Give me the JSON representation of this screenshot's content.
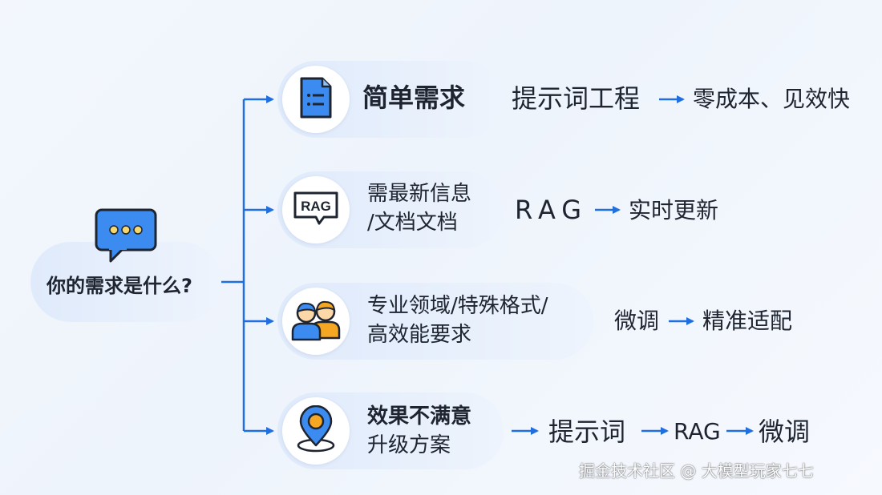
{
  "question": {
    "label": "你的需求是什么?"
  },
  "branches": [
    {
      "title": "简单需求",
      "method": "提示词工程",
      "result": "零成本、见效快",
      "icon": "list-document-icon"
    },
    {
      "title_line1": "需最新信息",
      "title_line2": "/文档文档",
      "method": "RAG",
      "result": "实时更新",
      "icon": "rag-speech-bubble-icon"
    },
    {
      "title_line1": "专业领域/特殊格式/",
      "title_line2": "高效能要求",
      "method": "微调",
      "result": "精准适配",
      "icon": "team-people-icon"
    },
    {
      "title_line1": "效果不满意",
      "title_line2": "升级方案",
      "steps": [
        "提示词",
        "RAG",
        "微调"
      ],
      "icon": "map-pin-icon"
    }
  ],
  "watermark": "掘金技术社区 @ 大模型玩家七七",
  "colors": {
    "arrow": "#1f6fe0",
    "pill": "#e3ecfb",
    "accent": "#3b8bf0",
    "orange": "#f5a623"
  }
}
